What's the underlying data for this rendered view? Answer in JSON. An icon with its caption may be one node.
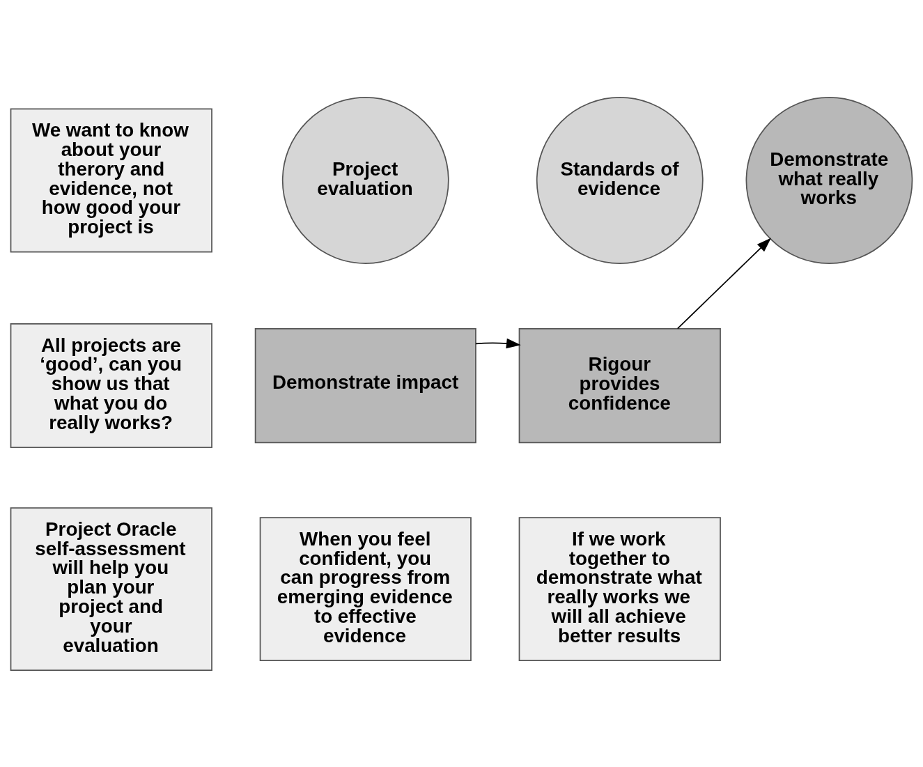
{
  "diagram": {
    "nodes": [
      {
        "text": [
          "We want to know about your therory and evidence, not how good your project is"
        ]
      },
      {
        "text": [
          "Project evaluation"
        ]
      },
      {
        "text": [
          "Standards of evidence"
        ]
      },
      {
        "text": [
          "Demonstrate what really works"
        ]
      },
      {
        "text": [
          "All projects are ‘good’, can you show us that what you do really works?"
        ]
      },
      {
        "text": [
          "Demonstrate impact"
        ]
      },
      {
        "text": [
          "Rigour provides confidence"
        ]
      },
      {
        "text": [
          "Project Oracle self-assessment will help you plan your project and your evaluation"
        ]
      },
      {
        "text": [
          "When you feel confident, you can progress from emerging evidence to effective evidence"
        ]
      },
      {
        "text": [
          "If we work together to demonstrate what really works we will all achieve better results"
        ]
      }
    ],
    "edges": [
      {
        "from": 5,
        "to": 6,
        "arrow": "to"
      },
      {
        "from": 6,
        "to": 3,
        "arrow": "to"
      }
    ]
  }
}
